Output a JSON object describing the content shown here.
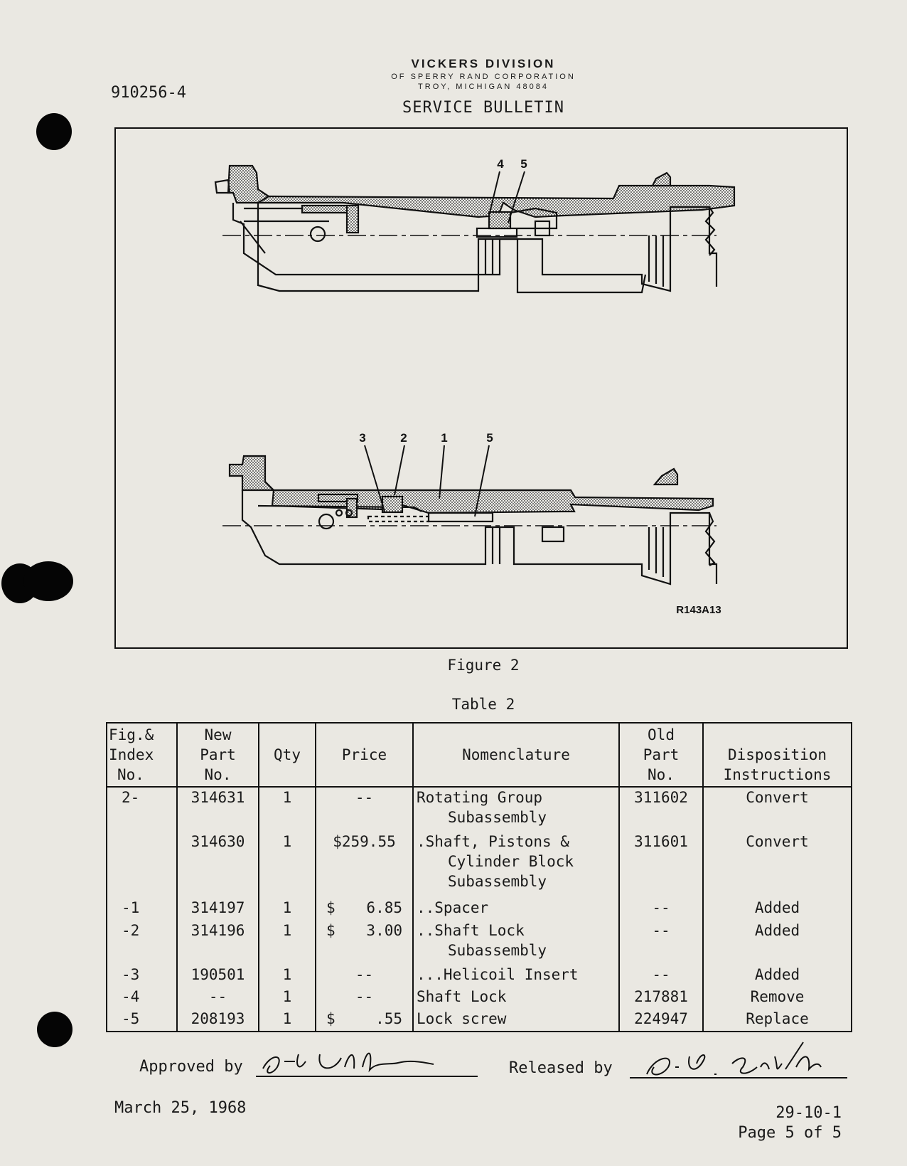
{
  "header": {
    "doc_number": "910256-4",
    "company": "VICKERS DIVISION",
    "company_line2": "OF SPERRY RAND CORPORATION",
    "company_line3": "TROY, MICHIGAN 48084",
    "bulletin": "SERVICE BULLETIN"
  },
  "figure": {
    "callouts_top": [
      "4",
      "5"
    ],
    "callouts_bottom": [
      "3",
      "2",
      "1",
      "5"
    ],
    "ref_code": "R143A13",
    "caption": "Figure 2"
  },
  "table": {
    "caption": "Table 2",
    "headers": {
      "fig_index": [
        "Fig.&",
        "Index",
        "No."
      ],
      "new_part": [
        "New",
        "Part",
        "No."
      ],
      "qty": "Qty",
      "price": "Price",
      "nomenclature": "Nomenclature",
      "old_part": [
        "Old",
        "Part",
        "No."
      ],
      "disposition": [
        "Disposition",
        "Instructions"
      ]
    },
    "rows": [
      {
        "index": "2-",
        "new_part": "314631",
        "qty": "1",
        "price_sym": "",
        "price": "--",
        "nomenclature": [
          "Rotating Group",
          "Subassembly"
        ],
        "old_part": "311602",
        "disposition": "Convert"
      },
      {
        "index": "",
        "new_part": "314630",
        "qty": "1",
        "price_sym": "",
        "price": "$259.55",
        "nomenclature": [
          ".Shaft, Pistons &",
          "Cylinder Block",
          "Subassembly"
        ],
        "old_part": "311601",
        "disposition": "Convert"
      },
      {
        "index": "-1",
        "new_part": "314197",
        "qty": "1",
        "price_sym": "$",
        "price": "6.85",
        "nomenclature": [
          "..Spacer"
        ],
        "old_part": "--",
        "disposition": "Added"
      },
      {
        "index": "-2",
        "new_part": "314196",
        "qty": "1",
        "price_sym": "$",
        "price": "3.00",
        "nomenclature": [
          "..Shaft Lock",
          "Subassembly"
        ],
        "old_part": "--",
        "disposition": "Added"
      },
      {
        "index": "-3",
        "new_part": "190501",
        "qty": "1",
        "price_sym": "",
        "price": "--",
        "nomenclature": [
          "...Helicoil Insert"
        ],
        "old_part": "--",
        "disposition": "Added"
      },
      {
        "index": "-4",
        "new_part": "--",
        "qty": "1",
        "price_sym": "",
        "price": "--",
        "nomenclature": [
          "Shaft Lock"
        ],
        "old_part": "217881",
        "disposition": "Remove"
      },
      {
        "index": "-5",
        "new_part": "208193",
        "qty": "1",
        "price_sym": "$",
        "price": ".55",
        "nomenclature": [
          "Lock screw"
        ],
        "old_part": "224947",
        "disposition": "Replace"
      }
    ]
  },
  "footer": {
    "approved_label": "Approved by",
    "released_label": "Released by",
    "date": "March 25, 1968",
    "doc_ref": "29-10-1",
    "page": "Page 5 of 5"
  }
}
